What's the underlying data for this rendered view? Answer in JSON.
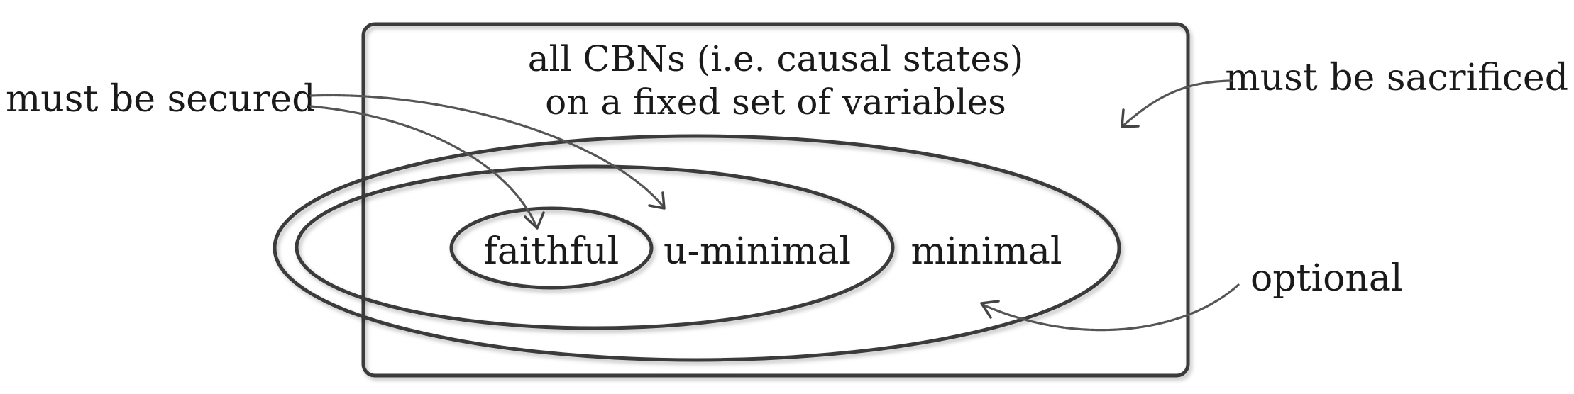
{
  "outer_box": {
    "title_line_1": "all CBNs (i.e. causal states)",
    "title_line_2": "on a fixed set of variables"
  },
  "sets": {
    "faithful": "faithful",
    "u_minimal": "u-minimal",
    "minimal": "minimal"
  },
  "annotations": {
    "must_be_secured": "must be secured",
    "must_be_sacrificed": "must be sacrificed",
    "optional": "optional"
  },
  "colors": {
    "stroke": "#3a3a3a",
    "arrow": "#555555",
    "text": "#1a1a1a",
    "background": "#ffffff"
  }
}
